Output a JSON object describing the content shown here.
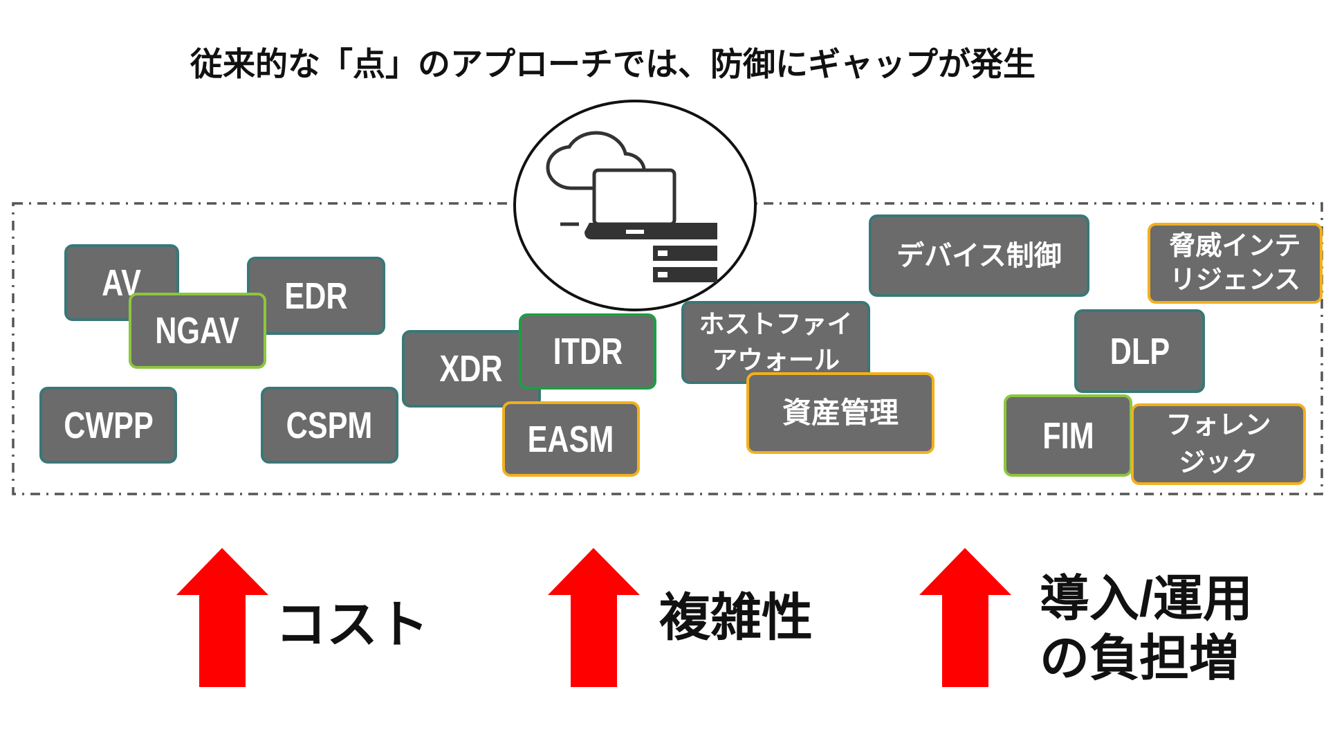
{
  "title": "従来的な「点」のアプローチでは、防御にギャップが発生",
  "colors": {
    "box_fill": "#6b6b6b",
    "box_text": "#ffffff",
    "arrow_red": "#ff0000",
    "frame_line": "#555555",
    "circle_line": "#111111",
    "icon_dark": "#333333"
  },
  "center_icon": {
    "icons": [
      "cloud-icon",
      "laptop-icon",
      "server-icon"
    ]
  },
  "products": {
    "av": {
      "label": "AV",
      "border": "#3a7777"
    },
    "edr": {
      "label": "EDR",
      "border": "#3a7777"
    },
    "ngav": {
      "label": "NGAV",
      "border": "#8cc63f"
    },
    "cwpp": {
      "label": "CWPP",
      "border": "#3a7777"
    },
    "cspm": {
      "label": "CSPM",
      "border": "#3a7777"
    },
    "xdr": {
      "label": "XDR",
      "border": "#3a7777"
    },
    "itdr": {
      "label": "ITDR",
      "border": "#1e9e45"
    },
    "easm": {
      "label": "EASM",
      "border": "#f2b01e"
    },
    "host_firewall": {
      "lines": [
        "ホストファイ",
        "アウォール"
      ],
      "border": "#3a7777"
    },
    "asset_management": {
      "label": "資産管理",
      "border": "#f2b01e"
    },
    "device_control": {
      "label": "デバイス制御",
      "border": "#3a7777"
    },
    "threat_intelligence": {
      "lines": [
        "脅威インテ",
        "リジェンス"
      ],
      "border": "#f2b01e"
    },
    "dlp": {
      "label": "DLP",
      "border": "#3a7777"
    },
    "fim": {
      "label": "FIM",
      "border": "#8cc63f"
    },
    "forensics": {
      "lines": [
        "フォレン",
        "ジック"
      ],
      "border": "#f2b01e"
    }
  },
  "impacts": [
    {
      "icon": "up-arrow-icon",
      "lines": [
        "コスト"
      ]
    },
    {
      "icon": "up-arrow-icon",
      "lines": [
        "複雑性"
      ]
    },
    {
      "icon": "up-arrow-icon",
      "lines": [
        "導入/運用",
        "の負担増"
      ]
    }
  ]
}
